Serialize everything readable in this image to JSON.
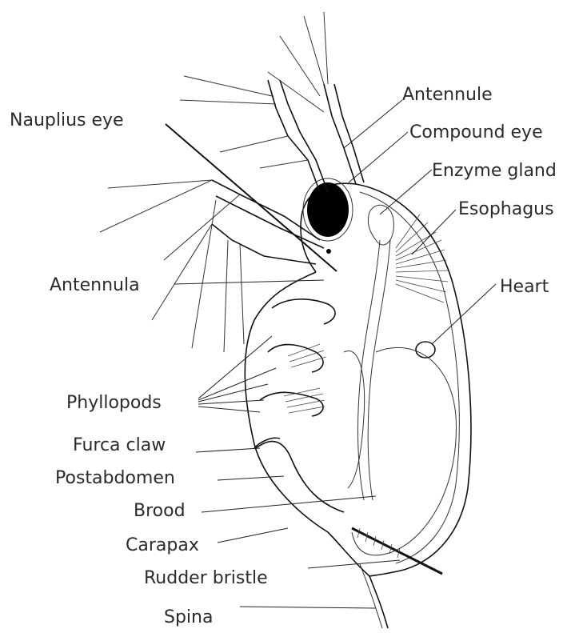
{
  "labels": {
    "antennule": "Antennule",
    "compound_eye": "Compound eye",
    "enzyme_gland": "Enzyme gland",
    "esophagus": "Esophagus",
    "nauplius_eye": "Nauplius eye",
    "antennula": "Antennula",
    "heart": "Heart",
    "phyllopods": "Phyllopods",
    "furca_claw": "Furca claw",
    "postabdomen": "Postabdomen",
    "brood": "Brood",
    "carapax": "Carapax",
    "rudder_bristle": "Rudder bristle",
    "spina": "Spina"
  }
}
